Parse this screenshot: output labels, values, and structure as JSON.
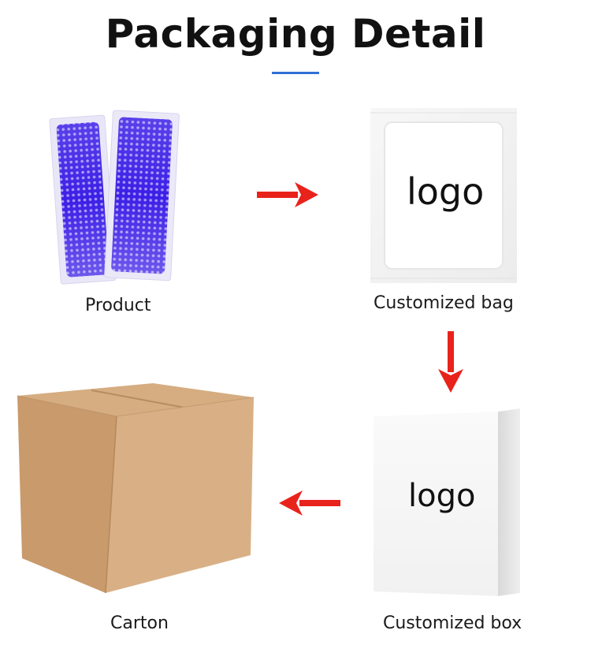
{
  "title": "Packaging Detail",
  "colors": {
    "accent": "#2f6fd6",
    "arrow": "#e8231c",
    "gel": "#3b20e0",
    "carton": "#d2a77a"
  },
  "steps": [
    {
      "label": "Product"
    },
    {
      "label": "Customized bag",
      "logo": "logo"
    },
    {
      "label": "Customized box",
      "logo": "logo"
    },
    {
      "label": "Carton"
    }
  ],
  "icons": {
    "arrow1": "arrow-right-icon",
    "arrow2": "arrow-down-icon",
    "arrow3": "arrow-left-icon"
  }
}
